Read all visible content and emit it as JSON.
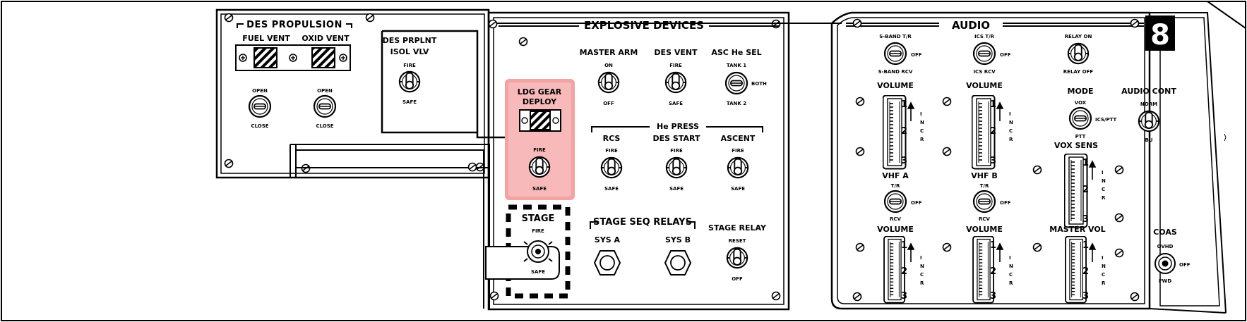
{
  "panel_number": "8",
  "des_propulsion": {
    "title": "DES PROPULSION",
    "fuel_vent": "FUEL VENT",
    "oxid_vent": "OXID VENT",
    "open_1": "OPEN",
    "close_1": "CLOSE",
    "open_2": "OPEN",
    "close_2": "CLOSE"
  },
  "des_prplnt": {
    "line1": "DES PRPLNT",
    "line2": "ISOL VLV",
    "fire": "FIRE",
    "safe": "SAFE"
  },
  "ldg_gear": {
    "line1": "LDG GEAR",
    "line2": "DEPLOY",
    "fire": "FIRE",
    "safe": "SAFE",
    "highlight_color": "#f4a3a3"
  },
  "explosive_devices": {
    "title": "EXPLOSIVE DEVICES",
    "master_arm": {
      "label": "MASTER ARM",
      "top": "ON",
      "bottom": "OFF"
    },
    "des_vent": {
      "label": "DES VENT",
      "top": "FIRE",
      "bottom": "SAFE"
    },
    "asc_he_sel": {
      "label": "ASC He SEL",
      "top": "TANK 1",
      "right": "BOTH",
      "bottom": "TANK 2"
    },
    "he_press": "He PRESS",
    "rcs": {
      "label": "RCS",
      "top": "FIRE",
      "bottom": "SAFE"
    },
    "des_start": {
      "label": "DES START",
      "top": "FIRE",
      "bottom": "SAFE"
    },
    "ascent": {
      "label": "ASCENT",
      "top": "FIRE",
      "bottom": "SAFE"
    },
    "stage": {
      "label": "STAGE",
      "top": "FIRE",
      "bottom": "SAFE"
    },
    "stage_seq_relays": "STAGE SEQ RELAYS",
    "sys_a": "SYS A",
    "sys_b": "SYS B",
    "stage_relay": {
      "label": "STAGE RELAY",
      "top": "RESET",
      "bottom": "OFF"
    }
  },
  "audio": {
    "title": "AUDIO",
    "sband": {
      "top": "S-BAND T/R",
      "right": "OFF",
      "bottom": "S-BAND RCV"
    },
    "ics": {
      "top": "ICS T/R",
      "right": "OFF",
      "bottom": "ICS RCV"
    },
    "relay": {
      "top": "RELAY ON",
      "bottom": "RELAY OFF"
    },
    "volume_1": "VOLUME",
    "volume_2": "VOLUME",
    "mode": {
      "label": "MODE",
      "top": "VOX",
      "right": "ICS/PTT",
      "bottom": "PTT"
    },
    "audio_cont": {
      "label": "AUDIO CONT",
      "top": "NORM",
      "bottom": "BU"
    },
    "vox_sens": "VOX SENS",
    "vhf_a": {
      "label": "VHF A",
      "top": "T/R",
      "right": "OFF",
      "bottom": "RCV"
    },
    "vhf_b": {
      "label": "VHF B",
      "top": "T/R",
      "right": "OFF",
      "bottom": "RCV"
    },
    "volume_3": "VOLUME",
    "volume_4": "VOLUME",
    "master_vol": "MASTER VOL",
    "coas": {
      "label": "COAS",
      "top": "OVHD",
      "right": "OFF",
      "bottom": "FWD"
    },
    "incr": [
      "I",
      "N",
      "C",
      "R"
    ],
    "scale": [
      "1",
      "2",
      "3"
    ]
  }
}
